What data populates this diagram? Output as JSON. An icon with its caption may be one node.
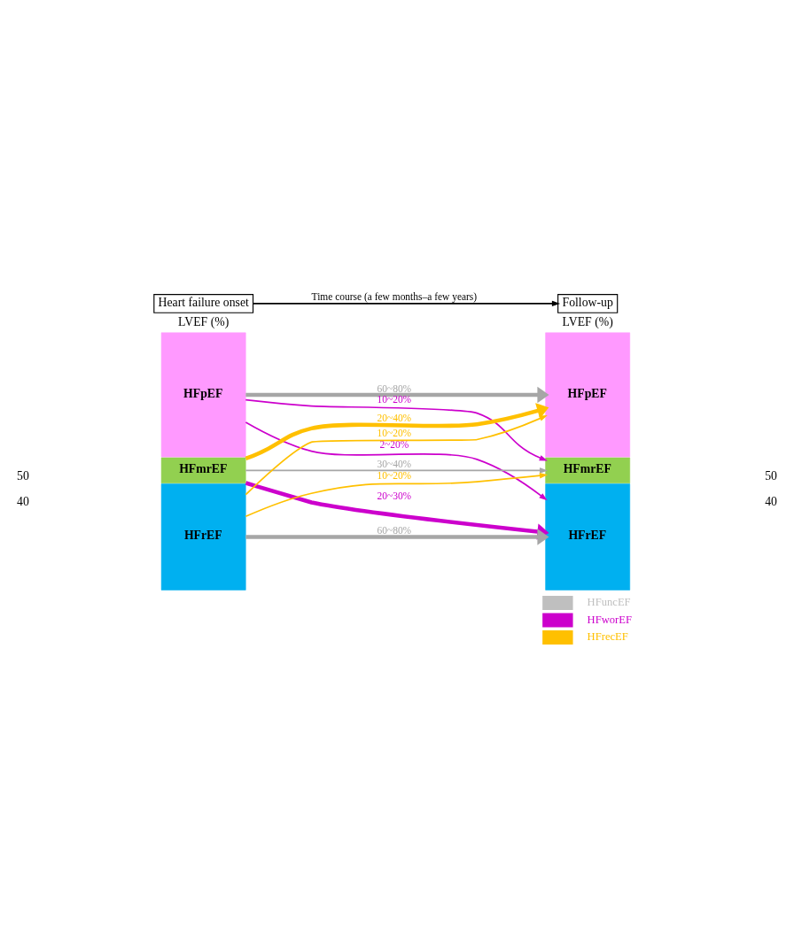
{
  "diagram": {
    "nodes": [
      {
        "text": [
          "Heart failure onset"
        ]
      },
      {
        "text": [
          "Follow-up"
        ]
      },
      {
        "text": [
          "HFpEF"
        ]
      },
      {
        "text": [
          "HFmrEF"
        ]
      },
      {
        "text": [
          "HFrEF"
        ]
      },
      {
        "text": [
          "HFpEF"
        ]
      },
      {
        "text": [
          "HFmrEF"
        ]
      },
      {
        "text": [
          "HFrEF"
        ]
      }
    ],
    "edges": [
      {
        "from": 0,
        "to": 1,
        "arrow": "to",
        "label": "Time course (a few months–a few years)",
        "color": "#000000"
      },
      {
        "from": 2,
        "to": 5,
        "arrow": "to",
        "label": "60~80%",
        "style": "thick",
        "color": "#a6a6a6"
      },
      {
        "from": 2,
        "to": 6,
        "arrow": "to",
        "label": "10~20%",
        "color": "#cc00cc"
      },
      {
        "from": 2,
        "to": 7,
        "arrow": "to",
        "label": "2~20%",
        "color": "#cc00cc"
      },
      {
        "from": 3,
        "to": 5,
        "arrow": "to",
        "label": "20~40%",
        "style": "thick",
        "color": "#ffc000"
      },
      {
        "from": 3,
        "to": 6,
        "arrow": "to",
        "label": "30~40%",
        "color": "#a6a6a6"
      },
      {
        "from": 3,
        "to": 7,
        "arrow": "to",
        "label": "20~30%",
        "style": "thick",
        "color": "#cc00cc"
      },
      {
        "from": 4,
        "to": 5,
        "arrow": "to",
        "label": "10~20%",
        "color": "#ffc000"
      },
      {
        "from": 4,
        "to": 6,
        "arrow": "to",
        "label": "10~20%",
        "color": "#ffc000"
      },
      {
        "from": 4,
        "to": 7,
        "arrow": "to",
        "label": "60~80%",
        "style": "thick",
        "color": "#a6a6a6"
      }
    ],
    "labels": [
      "LVEF (%)",
      "LVEF (%)",
      "50",
      "40",
      "50",
      "40"
    ],
    "legend": [
      {
        "text": "HFuncEF",
        "color": "#bfbfbf"
      },
      {
        "text": "HFworEF",
        "color": "#cc00cc"
      },
      {
        "text": "HFrecEF",
        "color": "#ffc000"
      }
    ]
  }
}
